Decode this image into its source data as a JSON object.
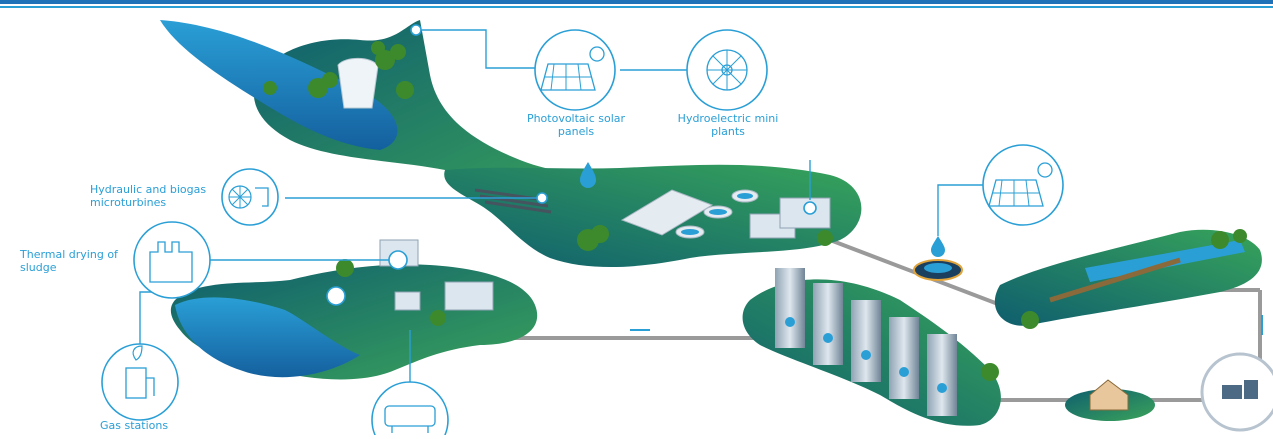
{
  "labels": {
    "solar": "Photovoltaic solar\npanels",
    "hydro": "Hydroelectric mini\nplants",
    "microturbines": "Hydraulic and biogas\nmicroturbines",
    "thermal": "Thermal drying of\nsludge",
    "gas": "Gas stations"
  },
  "colors": {
    "accent_blue": "#2a9fd6",
    "header_blue": "#1f72b8",
    "land_dark": "#0f5e6e",
    "land_green": "#37a45a",
    "water_blue": "#1d83c9",
    "pipe_gray": "#9a9a9a"
  },
  "icons": [
    "solar-panel-icon",
    "hydro-turbine-icon",
    "microturbine-icon",
    "factory-icon",
    "gas-pump-icon",
    "filter-tank-icon",
    "water-drop-icon"
  ]
}
